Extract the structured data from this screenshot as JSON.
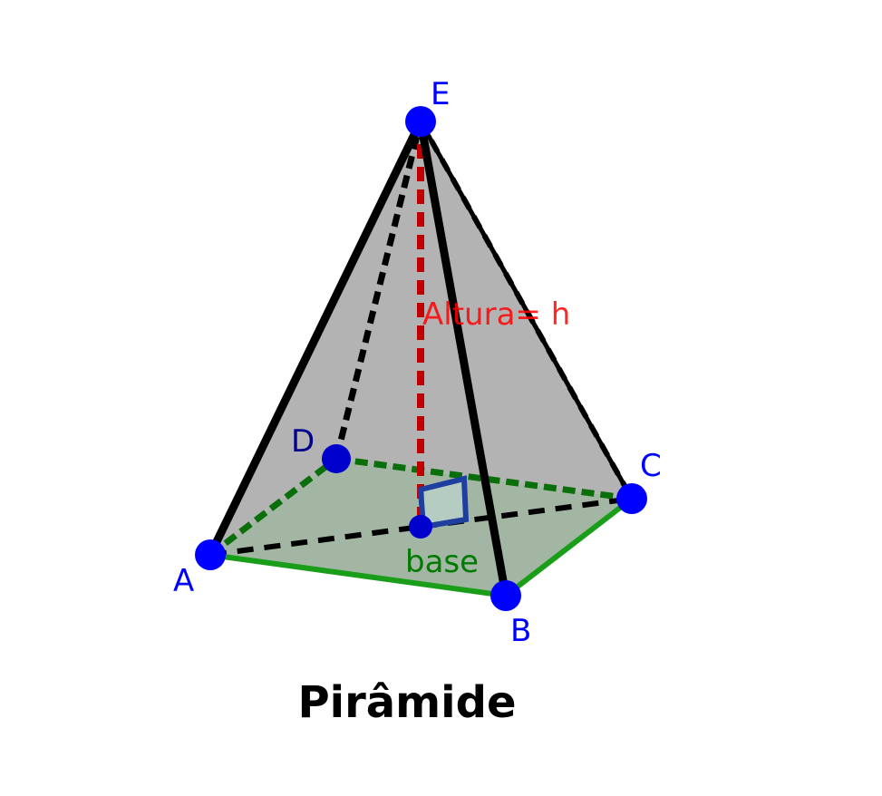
{
  "title": "Pirâmide",
  "vertices": {
    "A": "A",
    "B": "B",
    "C": "C",
    "D": "D",
    "E": "E"
  },
  "height_label": "Altura= h",
  "base_label": "base",
  "colors": {
    "vertex": "#0000ff",
    "vertex_label": "#0000ff",
    "vertex_label_hidden": "#00008b",
    "edge": "#000000",
    "base_edge": "#1a9e1a",
    "base_edge_hidden": "#0a6e0a",
    "base_fill": "#8fb08f",
    "face_fill": "#8c8c8c",
    "height_line": "#c00000",
    "height_label": "#ff0000",
    "base_label": "#007a00",
    "right_angle": "#1f3fa0",
    "title": "#000000"
  }
}
